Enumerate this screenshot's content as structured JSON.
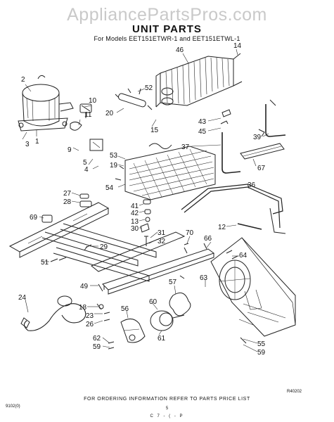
{
  "watermark": "AppliancePartsPros.com",
  "title": "UNIT PARTS",
  "subtitle": "For Models EET151ETWR-1 and EET151ETWL-1",
  "callouts": [
    "2",
    "3",
    "1",
    "10",
    "11",
    "9",
    "5",
    "4",
    "52",
    "20",
    "46",
    "14",
    "15",
    "43",
    "45",
    "39",
    "37",
    "67",
    "53",
    "19",
    "54",
    "27",
    "28",
    "41",
    "42",
    "13",
    "30",
    "69",
    "31",
    "32",
    "36",
    "12",
    "70",
    "66",
    "51",
    "29",
    "49",
    "24",
    "18",
    "23",
    "26",
    "57",
    "63",
    "64",
    "60",
    "56",
    "61",
    "62",
    "59",
    "55",
    "59"
  ],
  "drawing_code": "R40202",
  "ordering_note": "FOR ORDERING INFORMATION REFER TO PARTS PRICE LIST",
  "print_date": "9102(0)",
  "page_number": "5",
  "footer_mark": "C 7 - ( - P"
}
